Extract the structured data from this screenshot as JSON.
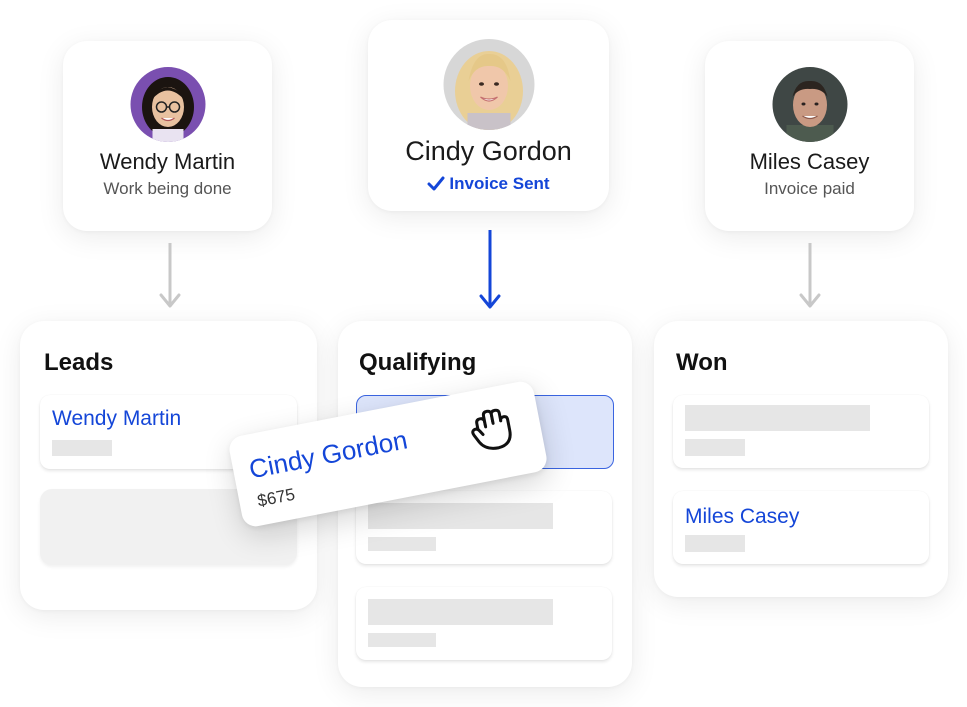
{
  "people": [
    {
      "name": "Wendy Martin",
      "status": "Work being done"
    },
    {
      "name": "Cindy Gordon",
      "status": "Invoice Sent",
      "status_icon": "checkmark-icon"
    },
    {
      "name": "Miles Casey",
      "status": "Invoice paid"
    }
  ],
  "columns": [
    {
      "title": "Leads",
      "items": [
        {
          "name": "Wendy Martin"
        }
      ]
    },
    {
      "title": "Qualifying"
    },
    {
      "title": "Won",
      "items": [
        {
          "name": "Miles Casey"
        }
      ]
    }
  ],
  "drag_card": {
    "name": "Cindy Gordon",
    "amount": "$675",
    "cursor_icon": "grab-hand-icon"
  },
  "colors": {
    "accent": "#1446d8",
    "arrow_gray": "#c8c8c8",
    "drop_zone": "#dde5fb",
    "placeholder": "#e6e6e6"
  }
}
